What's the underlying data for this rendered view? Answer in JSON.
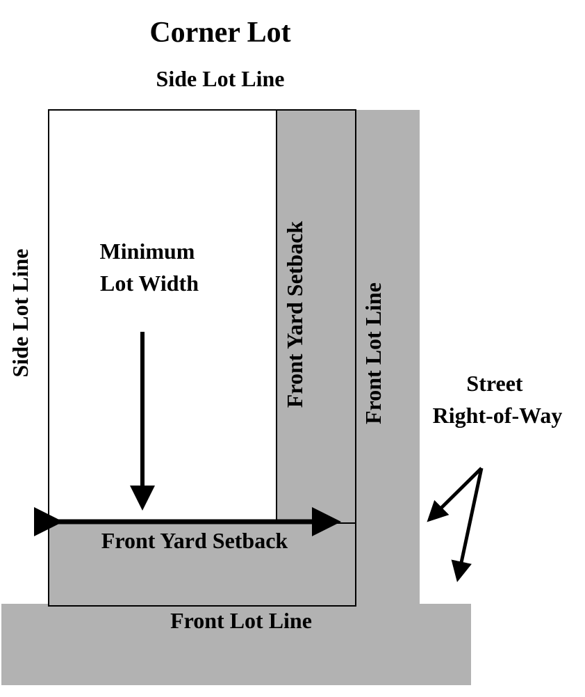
{
  "title": "Corner Lot",
  "labels": {
    "side_lot_line_top": "Side Lot Line",
    "side_lot_line_left": "Side Lot Line",
    "minimum_line1": "Minimum",
    "minimum_line2": "Lot Width",
    "front_yard_setback_vertical": "Front Yard Setback",
    "front_lot_line_vertical": "Front Lot Line",
    "front_yard_setback_horizontal": "Front Yard Setback",
    "front_lot_line_bottom": "Front Lot Line",
    "street_line1": "Street",
    "street_line2": "Right-of-Way"
  },
  "colors": {
    "setback_fill": "#b2b2b2",
    "right_of_way_fill": "#b2b2b2",
    "line": "#000000"
  }
}
